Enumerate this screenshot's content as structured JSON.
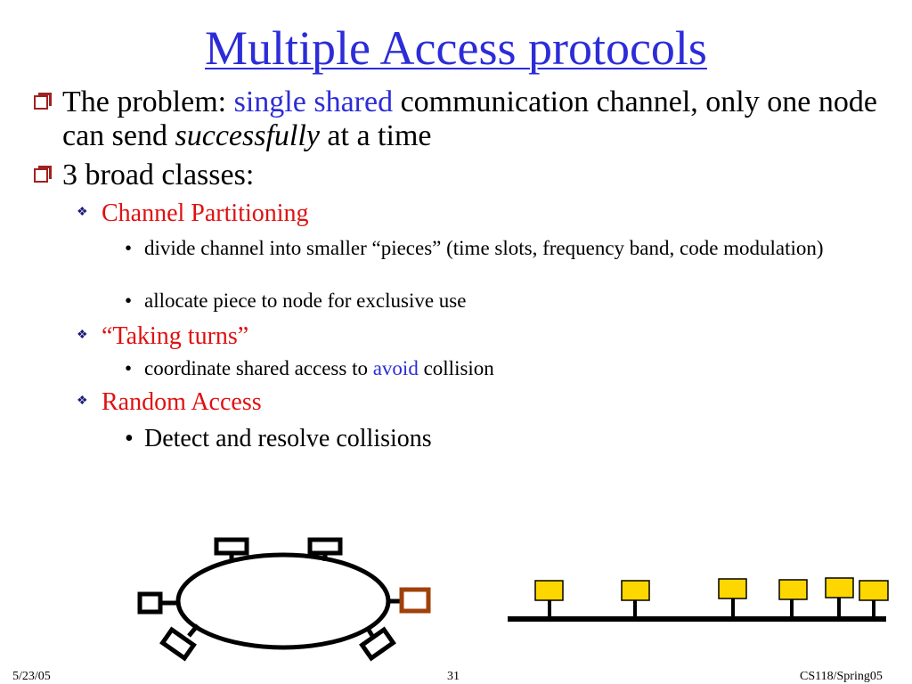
{
  "title": "Multiple Access protocols",
  "bullet1": {
    "prefix": "The problem: ",
    "highlight": "single shared",
    "middle": " communication channel, only one node can send ",
    "emphasis": "successfully",
    "suffix": " at a time"
  },
  "bullet2": {
    "text": "3 broad classes:"
  },
  "classes": [
    {
      "name": "Channel Partitioning",
      "items": [
        "divide channel into smaller “pieces” (time slots, frequency band, code modulation)",
        "allocate piece to node for exclusive use"
      ]
    },
    {
      "name": "“Taking turns”",
      "item_prefix": "coordinate shared access to ",
      "item_highlight": "avoid",
      "item_suffix": " collision"
    },
    {
      "name": "Random Access",
      "items": [
        "Detect and resolve collisions"
      ]
    }
  ],
  "footer": {
    "date": "5/23/05",
    "page": "31",
    "course": "CS118/Spring05"
  },
  "colors": {
    "title": "#2c2cd8",
    "accent": "#e01010",
    "box": "#a32020",
    "node_yellow": "#ffd700",
    "ring_node_highlight": "#a0400a"
  },
  "icons": {
    "level1_bullet": "checkbox-icon",
    "level2_bullet": "diamond-icon",
    "level3_bullet": "dot-icon"
  }
}
